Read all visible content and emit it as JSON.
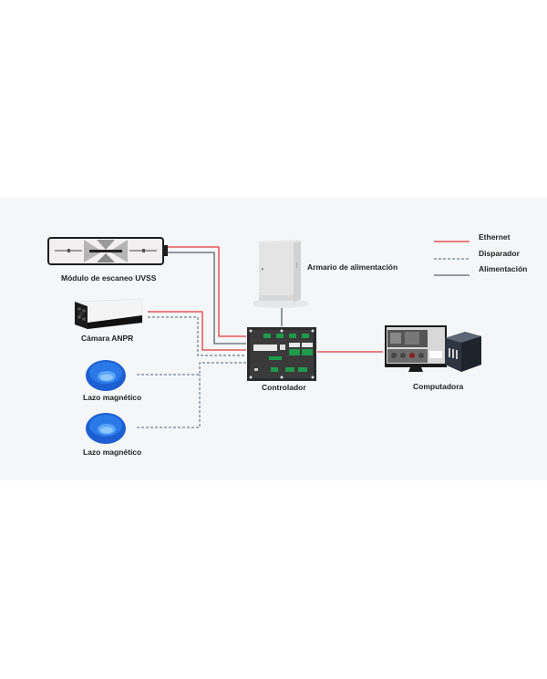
{
  "diagram": {
    "title": "UVSS system topology",
    "nodes": {
      "uvss": {
        "label": "Módulo de escaneo UVSS",
        "icon": "uvss-scanner-icon"
      },
      "camera": {
        "label": "Cámara ANPR",
        "icon": "anpr-camera-icon"
      },
      "loop1": {
        "label": "Lazo magnético",
        "icon": "magnetic-loop-icon"
      },
      "loop2": {
        "label": "Lazo magnético",
        "icon": "magnetic-loop-icon"
      },
      "cabinet": {
        "label": "Armario de alimentación",
        "icon": "power-cabinet-icon"
      },
      "controller": {
        "label": "Controlador",
        "icon": "controller-board-icon"
      },
      "computer": {
        "label": "Computadora",
        "icon": "computer-icon"
      }
    },
    "legend": [
      {
        "label": "Ethernet",
        "style": "solid",
        "color": "#e8373a"
      },
      {
        "label": "Disparador",
        "style": "dashed",
        "color": "#4a6380"
      },
      {
        "label": "Alimentación",
        "style": "solid",
        "color": "#5a6270"
      }
    ],
    "connections": [
      {
        "from": "uvss",
        "to": "controller",
        "type": "Ethernet"
      },
      {
        "from": "uvss",
        "to": "controller",
        "type": "Alimentación"
      },
      {
        "from": "camera",
        "to": "controller",
        "type": "Ethernet"
      },
      {
        "from": "camera",
        "to": "controller",
        "type": "Disparador"
      },
      {
        "from": "loop1",
        "to": "controller",
        "type": "Disparador"
      },
      {
        "from": "loop2",
        "to": "controller",
        "type": "Disparador"
      },
      {
        "from": "cabinet",
        "to": "controller",
        "type": "Alimentación"
      },
      {
        "from": "controller",
        "to": "computer",
        "type": "Ethernet"
      }
    ]
  }
}
